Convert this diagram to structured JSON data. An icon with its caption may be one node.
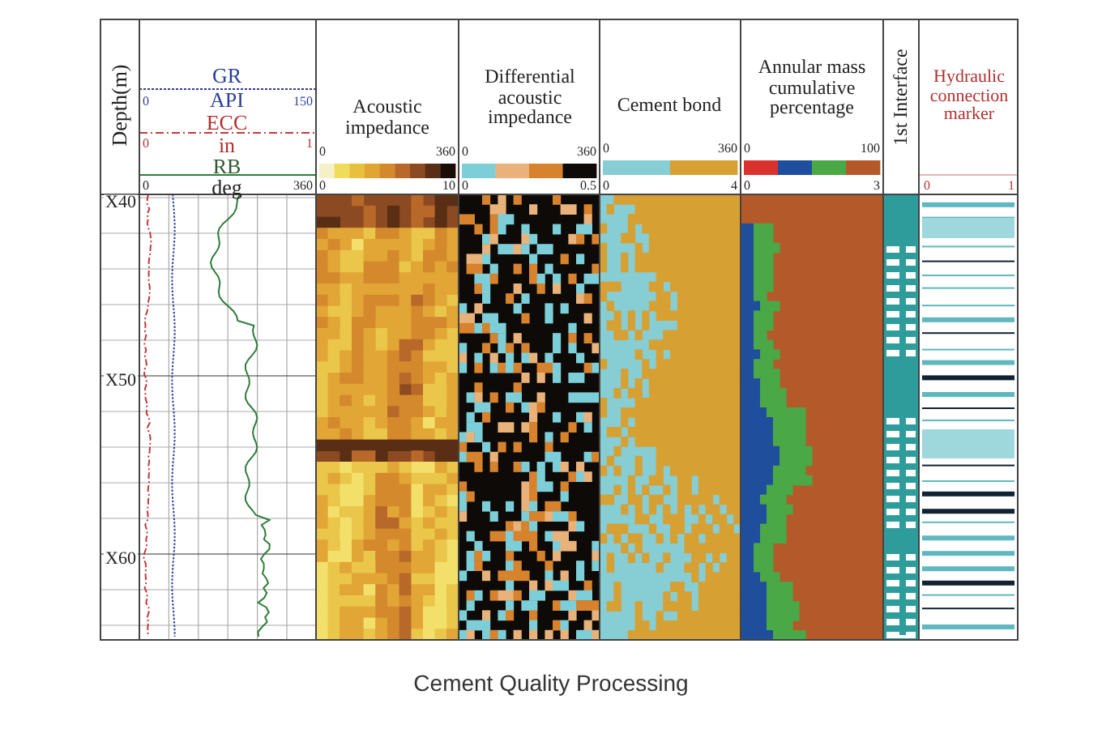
{
  "diagram": {
    "caption": "Cement Quality Processing",
    "labels": [
      "Depth(m)",
      "GR",
      "0",
      "API",
      "150",
      "ECC",
      "0",
      "in",
      "1",
      "RB",
      "0",
      "deg",
      "360",
      "Acoustic impedance",
      "0",
      "360",
      "0",
      "10",
      "Differential acoustic impedance",
      "0",
      "360",
      "0",
      "0.5",
      "Cement bond",
      "0",
      "360",
      "0",
      "4",
      "Annular mass cumulative percentage",
      "0",
      "100",
      "0",
      "3",
      "1st Interface",
      "Hydraulic connection marker",
      "0",
      "1",
      "X40",
      "X50",
      "X60"
    ]
  }
}
